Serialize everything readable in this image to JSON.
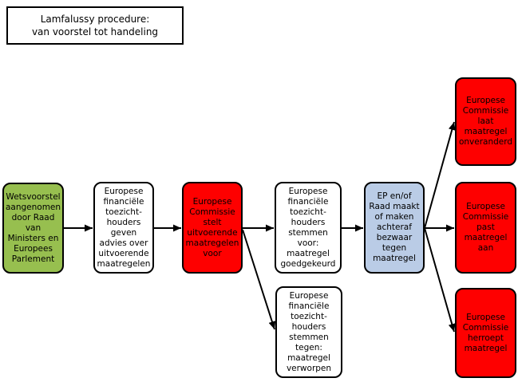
{
  "diagram": {
    "title": "Lamfalussy procedure:\nvan voorstel tot handeling",
    "palette": {
      "node_green": "#97BF4F",
      "node_red": "#FE0000",
      "node_blue": "#BACCE6",
      "node_white": "#FFFFFF",
      "border": "#000000",
      "background": "#FFFFFF",
      "text": "#000000"
    },
    "nodes": [
      {
        "id": "wetsvoorstel-aangenomen",
        "color": "green",
        "text": "Wetsvoorstel\naangenomen\ndoor Raad\nvan\nMinisters en\nEuropees\nParlement"
      },
      {
        "id": "toezichthouders-advies",
        "color": "white",
        "text": "Europese\nfinanciële\ntoezicht-\nhouders\ngeven\nadvies over\nuitvoerende\nmaatregelen"
      },
      {
        "id": "commissie-stelt-voor",
        "color": "red",
        "text": "Europese\nCommissie\nstelt\nuitvoerende\nmaatregelen\nvoor"
      },
      {
        "id": "stemmen-voor",
        "color": "white",
        "text": "Europese\nfinanciële\ntoezicht-\nhouders\nstemmen\nvoor:\nmaatregel\ngoedgekeurd"
      },
      {
        "id": "ep-raad-bezwaar",
        "color": "blue",
        "text": "EP en/of\nRaad maakt\nof maken\nachteraf\nbezwaar\ntegen\nmaatregel"
      },
      {
        "id": "laat-onveranderd",
        "color": "red",
        "text": "Europese\nCommissie\nlaat\nmaatregel\nonveranderd"
      },
      {
        "id": "past-aan",
        "color": "red",
        "text": "Europese\nCommissie\npast\nmaatregel\naan"
      },
      {
        "id": "herroept",
        "color": "red",
        "text": "Europese\nCommissie\nherroept\nmaatregel"
      },
      {
        "id": "stemmen-tegen",
        "color": "white",
        "text": "Europese\nfinanciële\ntoezicht-\nhouders\nstemmen\ntegen:\nmaatregel\nverworpen"
      }
    ]
  }
}
